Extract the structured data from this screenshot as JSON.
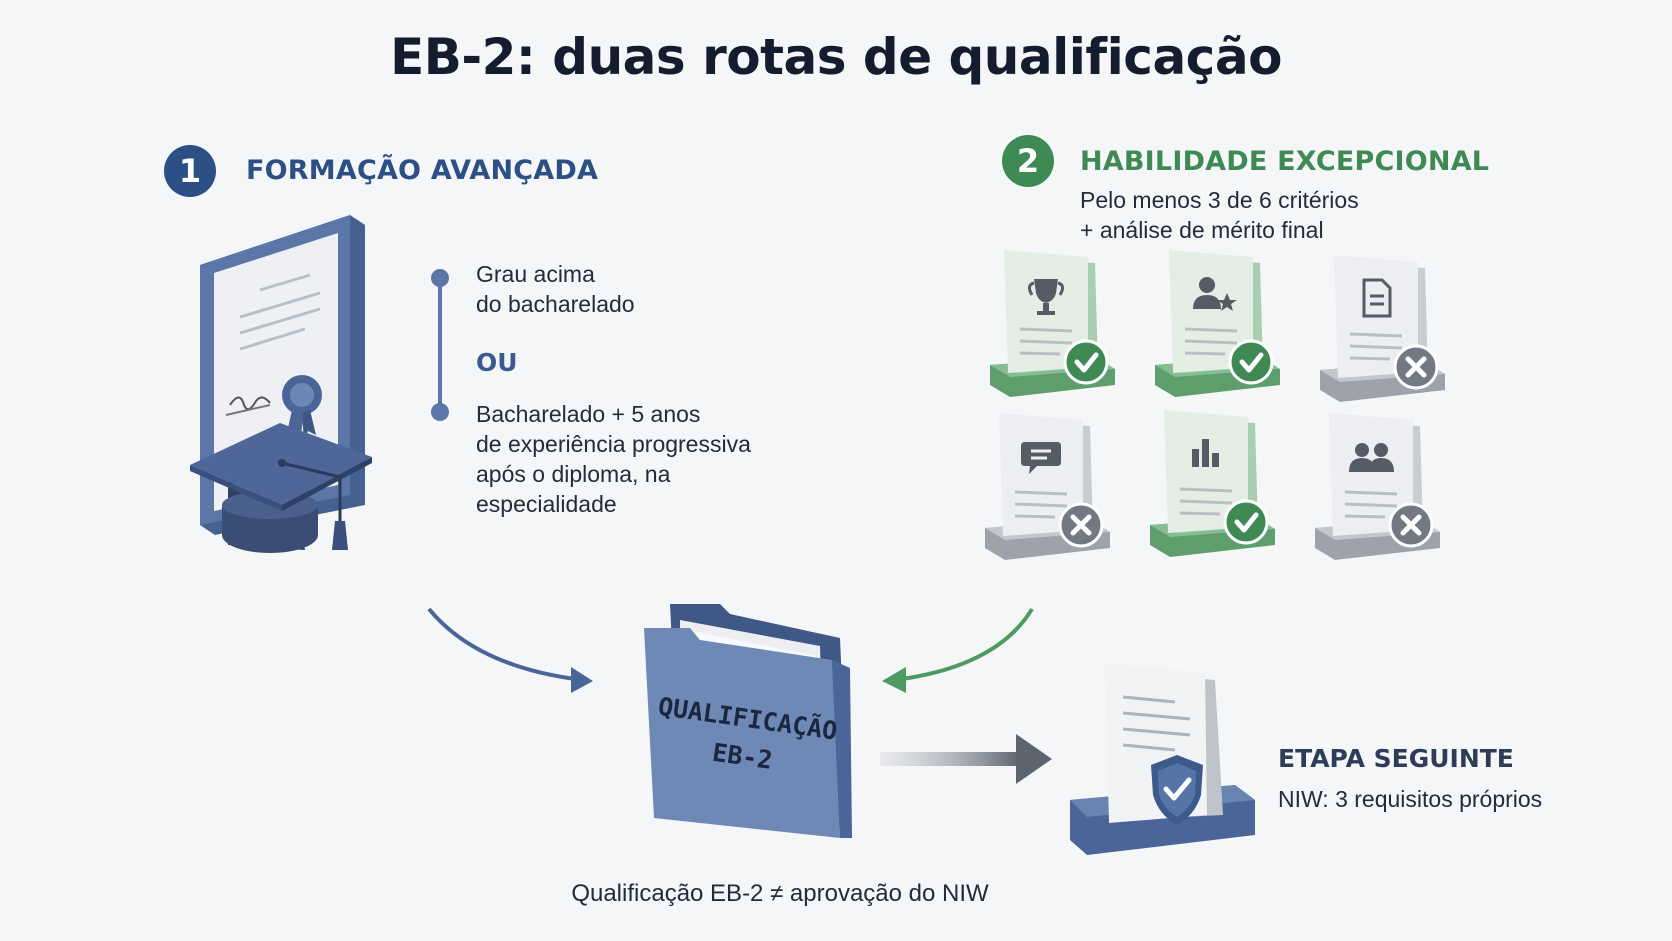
{
  "title": "EB-2: duas rotas de qualificação",
  "route1": {
    "number": "1",
    "title": "FORMAÇÃO AVANÇADA",
    "option_a": [
      "Grau acima",
      "do bacharelado"
    ],
    "or_label": "OU",
    "option_b": [
      "Bacharelado + 5 anos",
      "de experiência progressiva",
      "após o diploma, na",
      "especialidade"
    ],
    "color": "#2c4f86"
  },
  "route2": {
    "number": "2",
    "title": "HABILIDADE EXCEPCIONAL",
    "subtitle": [
      "Pelo menos 3 de 6 critérios",
      "+ análise de mérito final"
    ],
    "color": "#3f8a54",
    "criteria": [
      {
        "icon": "trophy-icon",
        "met": true
      },
      {
        "icon": "person-star-icon",
        "met": true
      },
      {
        "icon": "document-icon",
        "met": false
      },
      {
        "icon": "speech-bubble-icon",
        "met": false
      },
      {
        "icon": "bar-chart-icon",
        "met": true
      },
      {
        "icon": "people-icon",
        "met": false
      }
    ]
  },
  "folder": {
    "label_line1": "QUALIFICAÇÃO",
    "label_line2": "EB-2"
  },
  "next_step": {
    "title": "ETAPA SEGUINTE",
    "subtitle": "NIW: 3 requisitos próprios"
  },
  "footnote": "Qualificação EB-2 ≠ aprovação do NIW",
  "colors": {
    "blue": "#4a6597",
    "green": "#4f9a62",
    "gray": "#8a8f98"
  }
}
